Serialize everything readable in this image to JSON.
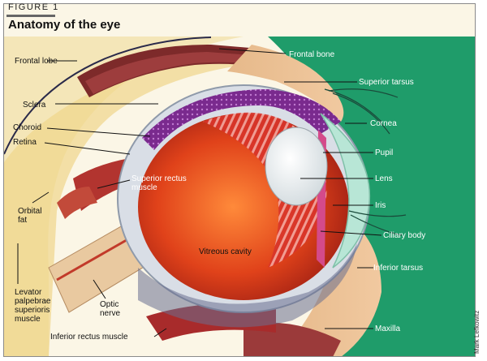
{
  "figure": {
    "label": "FIGURE 1",
    "title": "Anatomy of the eye",
    "credit": "Mark Lefkowitz"
  },
  "labels": {
    "frontal_lobe": "Frontal lobe",
    "sclera": "Sclera",
    "choroid": "Choroid",
    "retina": "Retina",
    "superior_rectus_muscle": "Superior rectus muscle",
    "orbital_fat": "Orbital fat",
    "levator": "Levator palpebrae superioris muscle",
    "optic_nerve": "Optic nerve",
    "inferior_rectus_muscle": "Inferior rectus muscle",
    "vitreous_cavity": "Vitreous cavity",
    "frontal_bone": "Frontal bone",
    "superior_tarsus": "Superior tarsus",
    "cornea": "Cornea",
    "pupil": "Pupil",
    "lens": "Lens",
    "iris": "Iris",
    "ciliary_body": "Ciliary body",
    "inferior_tarsus": "Inferior tarsus",
    "maxilla": "Maxilla"
  }
}
